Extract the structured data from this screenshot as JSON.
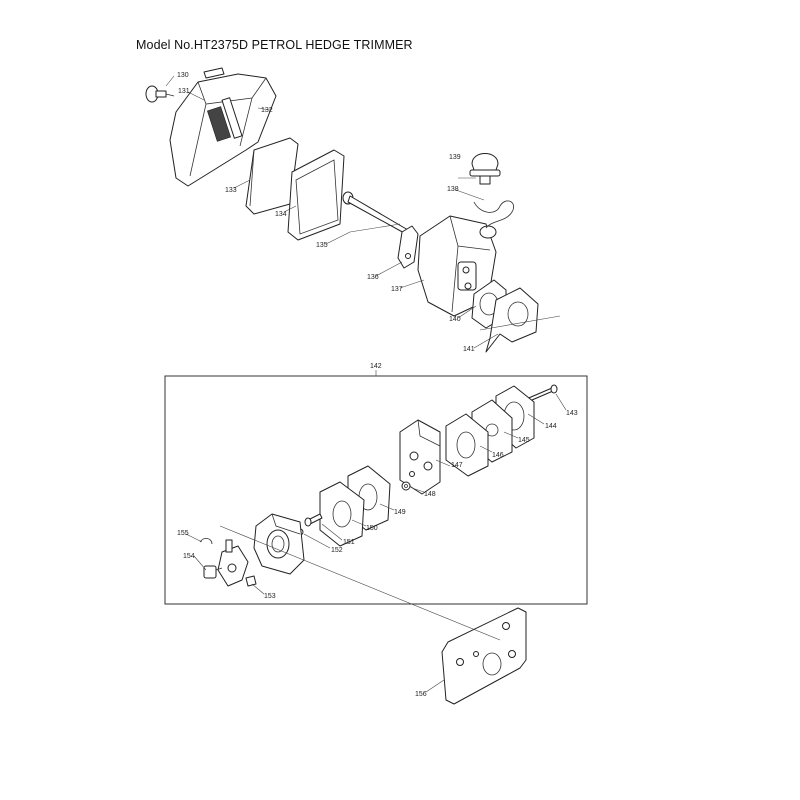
{
  "title": "Model No.HT2375D PETROL HEDGE TRIMMER",
  "callouts": {
    "p130": "130",
    "p131": "131",
    "p132": "132",
    "p133": "133",
    "p134": "134",
    "p135": "135",
    "p136": "136",
    "p137": "137",
    "p138": "138",
    "p139": "139",
    "p140": "140",
    "p141": "141",
    "p142": "142",
    "p143": "143",
    "p144": "144",
    "p145": "145",
    "p146": "146",
    "p147": "147",
    "p148": "148",
    "p149": "149",
    "p150": "150",
    "p151": "151",
    "p152": "152",
    "p153": "153",
    "p154": "154",
    "p155": "155",
    "p156": "156"
  }
}
